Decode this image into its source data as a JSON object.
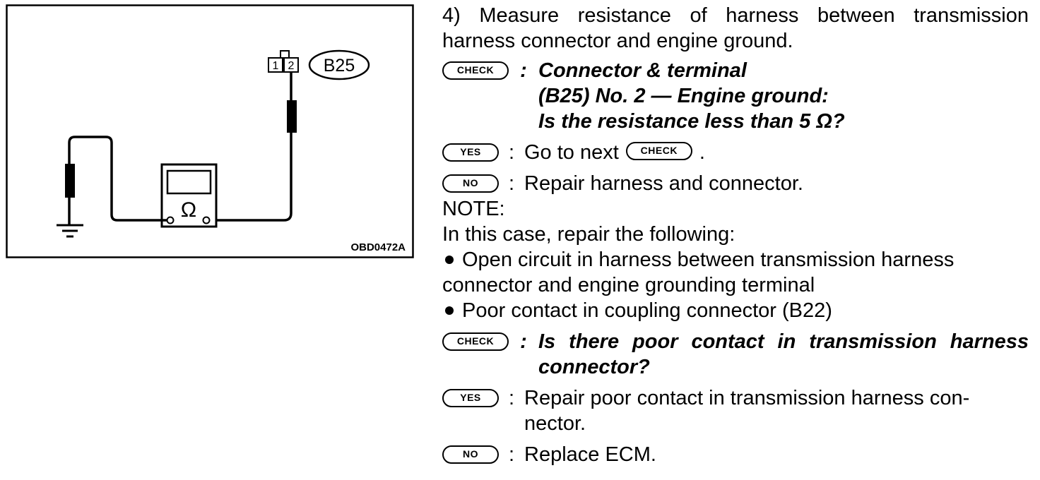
{
  "diagram": {
    "connector_pin_1": "1",
    "connector_pin_2": "2",
    "connector_label": "B25",
    "meter_symbol": "Ω",
    "figure_code": "OBD0472A"
  },
  "step": {
    "text": "4) Measure resistance of harness between transmission harness connector and engine ground."
  },
  "labels": {
    "check": "CHECK",
    "yes": "YES",
    "no": "NO"
  },
  "check1": {
    "colon": ":",
    "line1": "Connector & terminal",
    "line2": "(B25) No. 2 — Engine ground:",
    "line3": "Is the resistance less than 5 Ω?"
  },
  "yes1": {
    "colon": ":",
    "text_before": "Go to next",
    "text_after": "."
  },
  "no1": {
    "colon": ":",
    "text": "Repair harness and connector."
  },
  "note": {
    "heading": "NOTE:",
    "intro": "In this case, repair the following:",
    "items": [
      "Open circuit in harness between transmission harness connector and engine grounding terminal",
      "Poor contact in coupling connector (B22)"
    ]
  },
  "check2": {
    "colon": ":",
    "text": "Is there poor contact in transmission harness connector?"
  },
  "yes2": {
    "colon": ":",
    "text": "Repair poor contact in transmission harness con-nector."
  },
  "no2": {
    "colon": ":",
    "text": "Replace ECM."
  }
}
